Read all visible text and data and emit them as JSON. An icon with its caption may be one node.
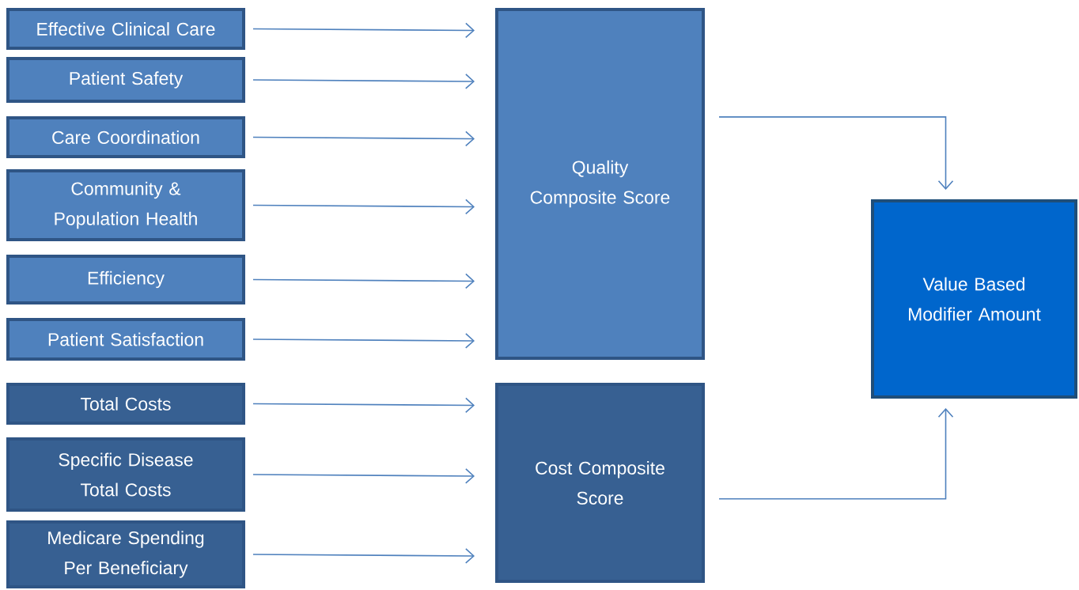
{
  "diagram": {
    "nodes": [
      {
        "text": [
          "Effective Clinical Care"
        ]
      },
      {
        "text": [
          "Patient Safety"
        ]
      },
      {
        "text": [
          "Care Coordination"
        ]
      },
      {
        "text": [
          "Community & Population Health"
        ]
      },
      {
        "text": [
          "Efficiency"
        ]
      },
      {
        "text": [
          "Patient Satisfaction"
        ]
      },
      {
        "text": [
          "Total Costs"
        ]
      },
      {
        "text": [
          "Specific Disease Total Costs"
        ]
      },
      {
        "text": [
          "Medicare Spending Per Beneficiary"
        ]
      },
      {
        "text": [
          "Quality Composite Score"
        ]
      },
      {
        "text": [
          "Cost Composite Score"
        ]
      },
      {
        "text": [
          "Value Based Modifier Amount"
        ]
      }
    ],
    "edges": [
      {
        "from": 0,
        "to": 9,
        "arrow": "to"
      },
      {
        "from": 1,
        "to": 9,
        "arrow": "to"
      },
      {
        "from": 2,
        "to": 9,
        "arrow": "to"
      },
      {
        "from": 3,
        "to": 9,
        "arrow": "to"
      },
      {
        "from": 4,
        "to": 9,
        "arrow": "to"
      },
      {
        "from": 5,
        "to": 9,
        "arrow": "to"
      },
      {
        "from": 6,
        "to": 10,
        "arrow": "to"
      },
      {
        "from": 7,
        "to": 10,
        "arrow": "to"
      },
      {
        "from": 8,
        "to": 10,
        "arrow": "to"
      },
      {
        "from": 9,
        "to": 11,
        "arrow": "to"
      },
      {
        "from": 10,
        "to": 11,
        "arrow": "to"
      }
    ]
  }
}
